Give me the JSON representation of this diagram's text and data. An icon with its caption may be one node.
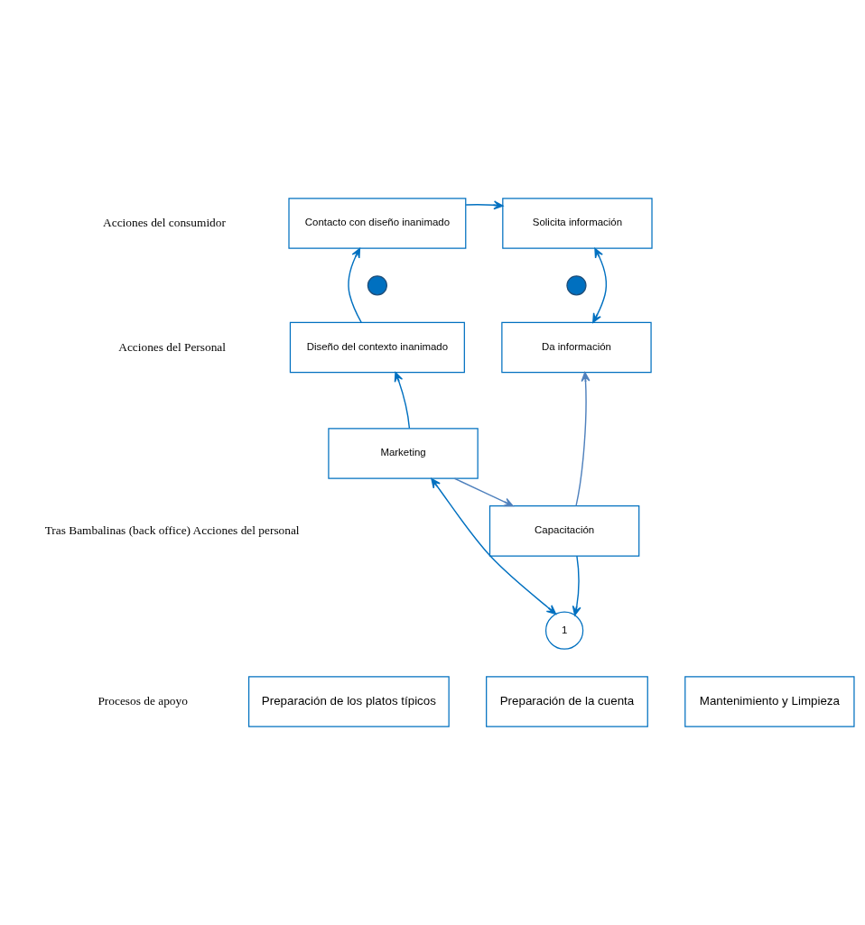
{
  "diagram": {
    "nodes": [
      {
        "text": [
          "Contacto con diseño inanimado"
        ]
      },
      {
        "text": [
          "Solicita información"
        ]
      },
      {
        "text": [],
        "shape": "circle"
      },
      {
        "text": [
          "Da información"
        ]
      },
      {
        "text": [],
        "shape": "circle"
      },
      {
        "text": [
          "Diseño del contexto inanimado"
        ]
      },
      {
        "text": [
          "Capacitación"
        ]
      },
      {
        "text": [
          "Marketing"
        ]
      },
      {
        "text": [
          "1"
        ]
      },
      {
        "text": [
          "Preparación de los platos típicos"
        ]
      },
      {
        "text": [
          "Preparación de la cuenta"
        ]
      },
      {
        "text": [
          "Mantenimiento y Limpieza"
        ]
      }
    ],
    "edges": [
      {
        "from": 0,
        "to": 1,
        "arrow": "to"
      },
      {
        "from": 1,
        "to": 3,
        "arrow": "both"
      },
      {
        "from": 5,
        "to": 0,
        "arrow": "to"
      },
      {
        "from": 7,
        "to": 5,
        "arrow": "to"
      },
      {
        "from": 7,
        "to": 6,
        "arrow": "to",
        "color": "#4f81bd"
      },
      {
        "from": 6,
        "to": 3,
        "arrow": "to",
        "color": "#4f81bd"
      },
      {
        "from": 6,
        "to": 8,
        "arrow": "to"
      },
      {
        "from": 8,
        "to": 7,
        "arrow": "both"
      }
    ],
    "labels": [
      "Acciones del consumidor",
      "Acciones del Personal",
      "Tras Bambalinas (back office) Acciones del personal",
      "Procesos de apoyo"
    ]
  }
}
